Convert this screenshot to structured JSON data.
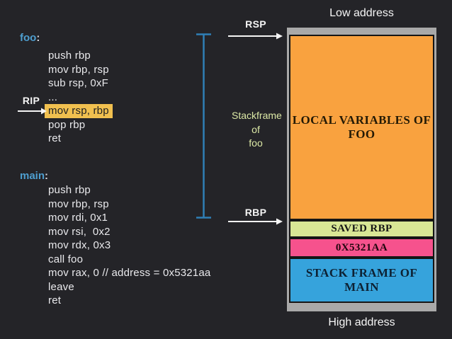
{
  "colors": {
    "background": "#242428",
    "code_text": "#e9e9ec",
    "function_label_blue": "#4e9fd0",
    "highlight_bg": "#f1c04f",
    "highlight_text": "#212121",
    "arrow_white": "#f5f5f5",
    "bracket_blue": "#2f7fb6",
    "stackframe_label_green": "#dce9a6",
    "stack_container_gray": "#a9a9a9"
  },
  "code": {
    "foo": {
      "name": "foo",
      "colon": ":",
      "lines": [
        "push rbp",
        "mov rbp, rsp",
        "sub rsp, 0xF",
        "...",
        "mov rsp, rbp",
        "pop rbp",
        "ret"
      ],
      "highlighted_line": "mov rsp, rbp"
    },
    "main": {
      "name": "main",
      "colon": ":",
      "lines": [
        "push rbp",
        "mov rbp, rsp",
        "mov rdi, 0x1",
        "mov rsi,  0x2",
        "mov rdx, 0x3",
        "call foo",
        "mov rax, 0 // address = 0x5321aa",
        "leave",
        "ret"
      ]
    }
  },
  "pointers": {
    "rip": "RIP",
    "rsp": "RSP",
    "rbp": "RBP"
  },
  "stack": {
    "low_label": "Low address",
    "high_label": "High address",
    "bracket_label": {
      "line1": "Stackframe",
      "line2": "of",
      "line3": "foo"
    },
    "blocks": [
      {
        "label": "LOCAL VARIABLES OF FOO",
        "color": "#f9a23f",
        "text_color": "#241a05"
      },
      {
        "label": "SAVED RBP",
        "color": "#d9e795",
        "text_color": "#161616"
      },
      {
        "label": "0X5321AA",
        "color": "#f6528d",
        "text_color": "#20060e"
      },
      {
        "label": "STACK FRAME OF MAIN",
        "color": "#36a3dc",
        "text_color": "#0d2133"
      }
    ]
  }
}
